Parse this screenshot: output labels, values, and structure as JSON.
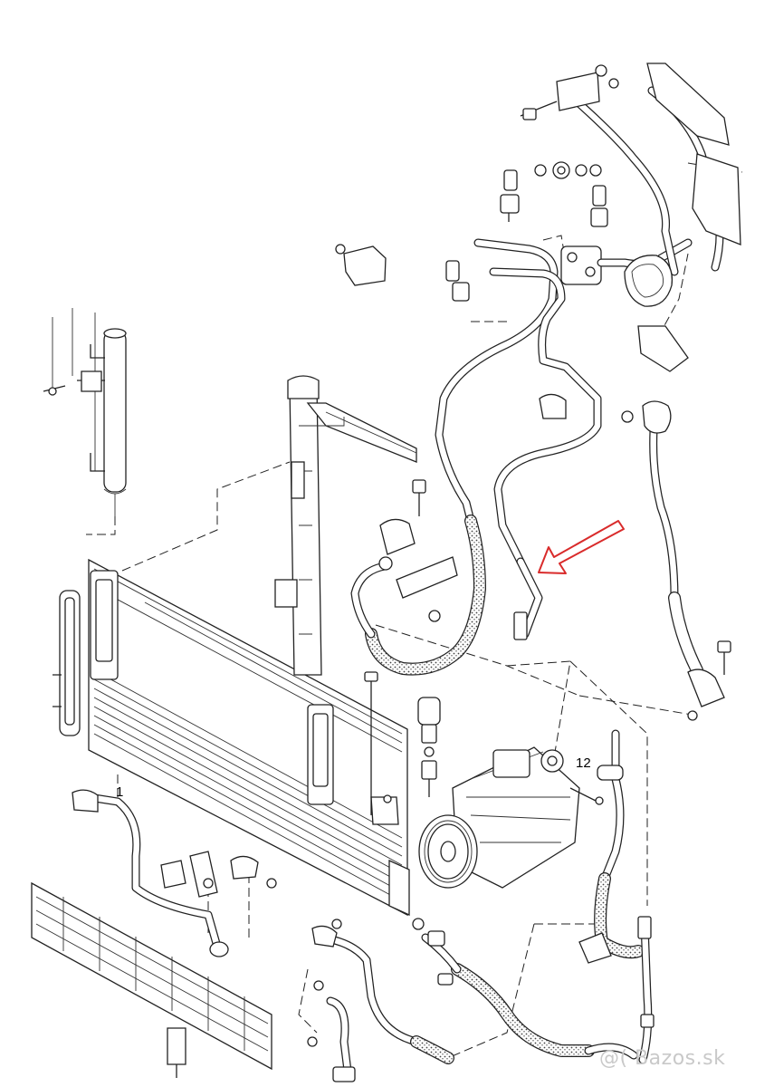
{
  "labels": {
    "part_1": "1",
    "part_12": "12"
  },
  "watermark": "@( Bazos.sk",
  "colors": {
    "arrow": "#d92b2b",
    "line": "#222222",
    "watermark": "#c9c9c9"
  },
  "icons": [
    "red-arrow-icon"
  ]
}
